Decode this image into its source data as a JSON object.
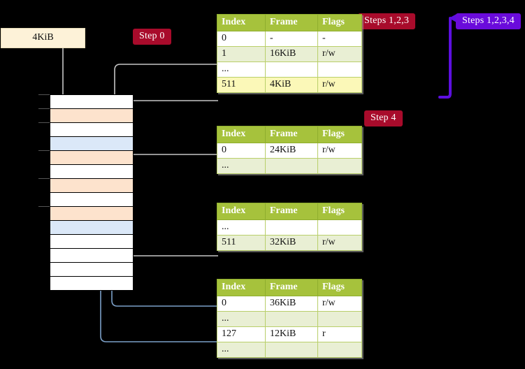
{
  "diagram": {
    "title": "multi-level page table walk",
    "colors": {
      "header_green": "#a6c23c",
      "row_alt": "#e9efd4",
      "highlight_yellow": "#fbf8b8",
      "badge_crimson": "#a80b2b",
      "badge_violet": "#6a0bdb",
      "memory_peach": "#fde3cd",
      "memory_blue": "#dbe8f8",
      "memory_label_cream": "#fdf2d8",
      "wire_gray": "#b9b9b9",
      "wire_blue": "#7b9fc7",
      "arrow_blue_dark": "#3f6fae",
      "background": "#000000"
    },
    "badges": [
      {
        "id": "step0",
        "label": "Step 0",
        "style": "crimson"
      },
      {
        "id": "steps123",
        "label": "Steps 1,2,3",
        "style": "crimson"
      },
      {
        "id": "steps1234",
        "label": "Steps 1,2,3,4",
        "style": "violet"
      },
      {
        "id": "step4",
        "label": "Step 4",
        "style": "crimson"
      }
    ],
    "memory_label": {
      "text": "4KiB"
    },
    "memory_rows": [
      {
        "index": 0,
        "fill": "white",
        "tick": true
      },
      {
        "index": 1,
        "fill": "peach",
        "tick": true
      },
      {
        "index": 2,
        "fill": "white",
        "tick": true
      },
      {
        "index": 3,
        "fill": "blue",
        "tick": false
      },
      {
        "index": 4,
        "fill": "peach",
        "tick": true
      },
      {
        "index": 5,
        "fill": "white",
        "tick": false
      },
      {
        "index": 6,
        "fill": "peach",
        "tick": true
      },
      {
        "index": 7,
        "fill": "white",
        "tick": false
      },
      {
        "index": 8,
        "fill": "peach",
        "tick": true
      },
      {
        "index": 9,
        "fill": "blue",
        "tick": false
      },
      {
        "index": 10,
        "fill": "white",
        "tick": false
      },
      {
        "index": 11,
        "fill": "white",
        "tick": false
      },
      {
        "index": 12,
        "fill": "white",
        "tick": false
      },
      {
        "index": 13,
        "fill": "white",
        "tick": false
      }
    ],
    "columns": [
      "Index",
      "Frame",
      "Flags"
    ],
    "tables": [
      {
        "id": "level4",
        "rows": [
          {
            "cells": [
              "0",
              "-",
              "-"
            ],
            "style": "plain"
          },
          {
            "cells": [
              "1",
              "16KiB",
              "r/w"
            ],
            "style": "alt"
          },
          {
            "cells": [
              "...",
              "",
              ""
            ],
            "style": "plain"
          },
          {
            "cells": [
              "511",
              "4KiB",
              "r/w"
            ],
            "style": "highlight"
          }
        ]
      },
      {
        "id": "level3",
        "rows": [
          {
            "cells": [
              "0",
              "24KiB",
              "r/w"
            ],
            "style": "plain"
          },
          {
            "cells": [
              "...",
              "",
              ""
            ],
            "style": "alt"
          }
        ]
      },
      {
        "id": "level2",
        "rows": [
          {
            "cells": [
              "...",
              "",
              ""
            ],
            "style": "plain"
          },
          {
            "cells": [
              "511",
              "32KiB",
              "r/w"
            ],
            "style": "alt"
          }
        ]
      },
      {
        "id": "level1",
        "rows": [
          {
            "cells": [
              "0",
              "36KiB",
              "r/w"
            ],
            "style": "plain"
          },
          {
            "cells": [
              "...",
              "",
              ""
            ],
            "style": "alt"
          },
          {
            "cells": [
              "127",
              "12KiB",
              "r"
            ],
            "style": "plain"
          },
          {
            "cells": [
              "...",
              "",
              ""
            ],
            "style": "alt"
          }
        ]
      }
    ]
  }
}
